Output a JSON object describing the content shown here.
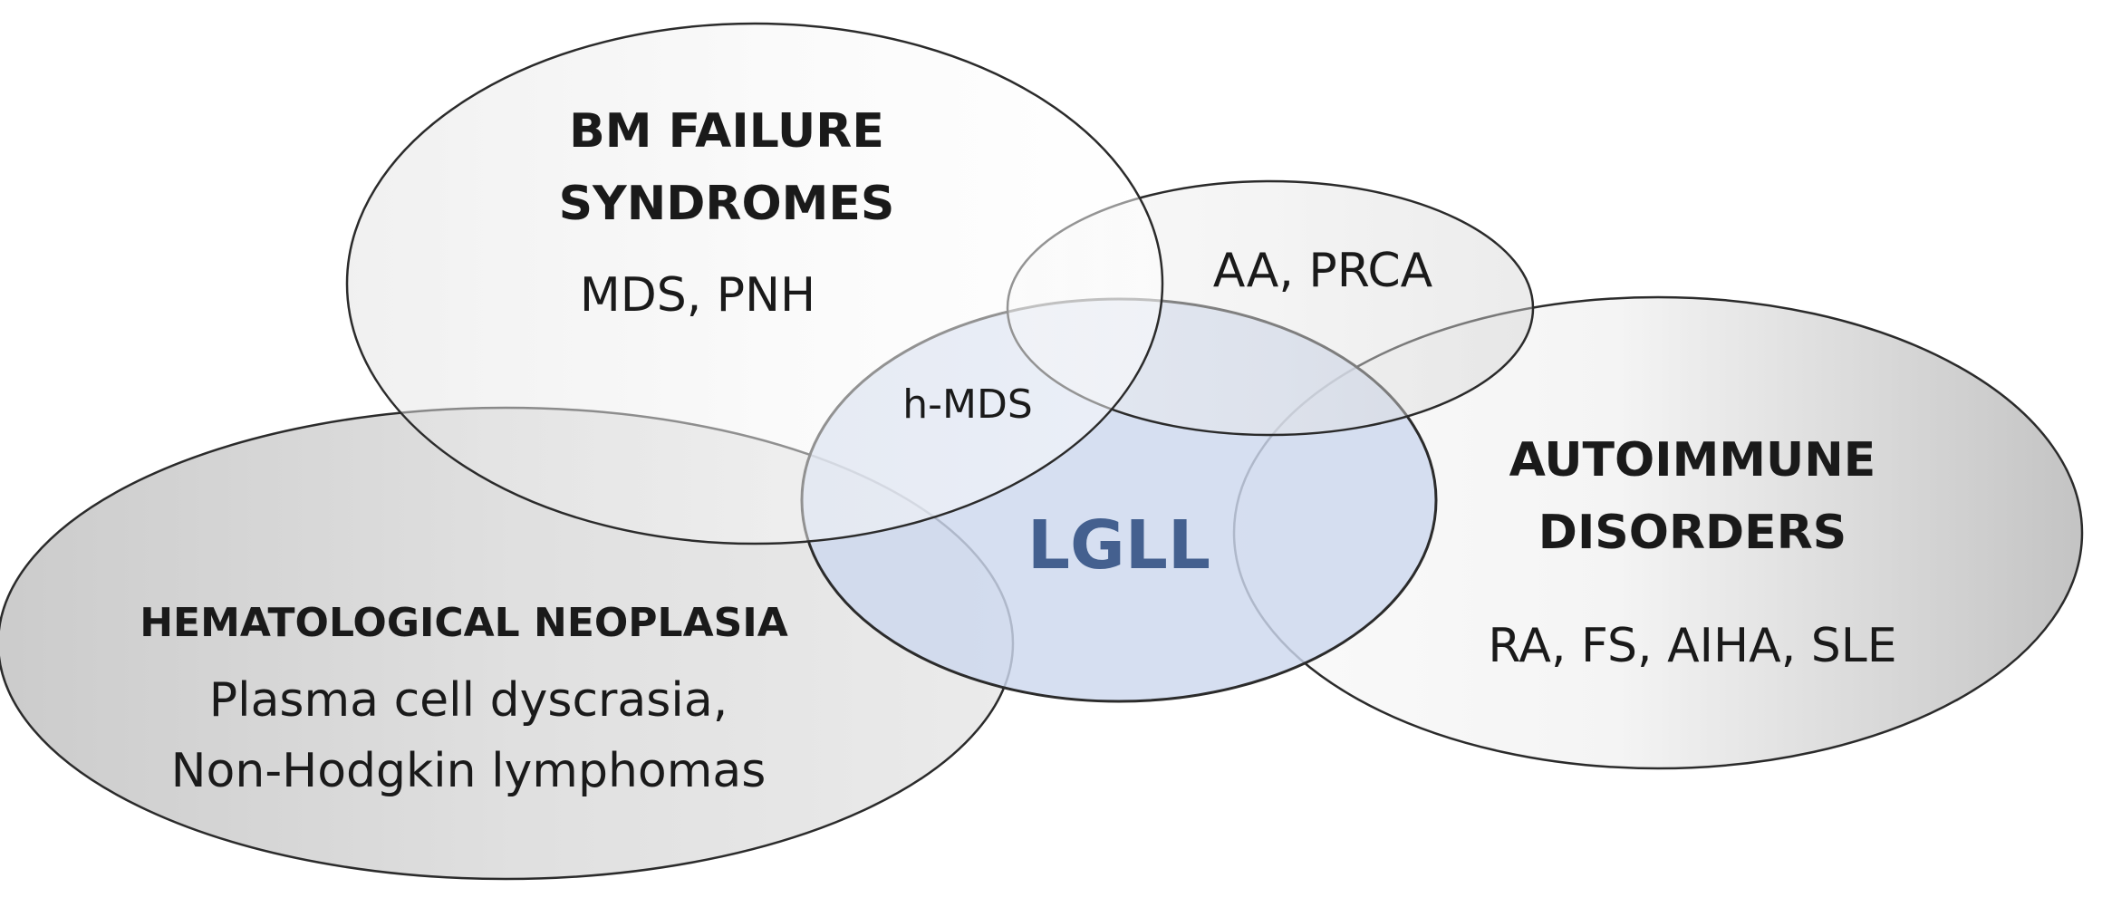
{
  "diagram": {
    "bm_failure": {
      "title_line1": "BM FAILURE",
      "title_line2": "SYNDROMES",
      "items": "MDS, PNH"
    },
    "aplastic": {
      "items": "AA, PRCA"
    },
    "hematological": {
      "title": "HEMATOLOGICAL NEOPLASIA",
      "items_line1": "Plasma cell dyscrasia,",
      "items_line2": "Non-Hodgkin lymphomas"
    },
    "autoimmune": {
      "title_line1": "AUTOIMMUNE",
      "title_line2": "DISORDERS",
      "items": "RA, FS, AIHA, SLE"
    },
    "center": {
      "label": "LGLL",
      "overlap_label": "h-MDS"
    }
  },
  "colors": {
    "center_fill": "#cdd8ee",
    "center_text": "#44608f",
    "outline": "#2b2b2b"
  }
}
